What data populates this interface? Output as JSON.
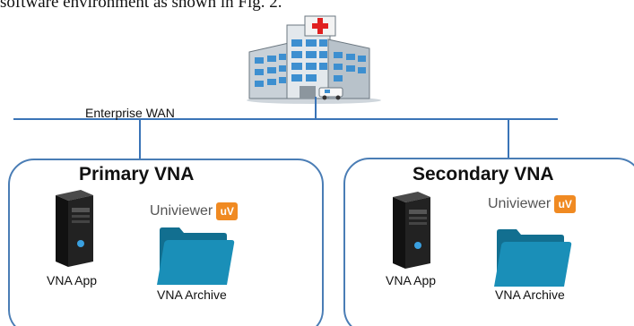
{
  "caption": "software environment as shown in Fig. 2.",
  "network": {
    "wan_label": "Enterprise WAN"
  },
  "primary": {
    "title": "Primary VNA",
    "brand": "Univiewer",
    "brand_badge": "uV",
    "app_label": "VNA App",
    "archive_label": "VNA Archive"
  },
  "secondary": {
    "title": "Secondary VNA",
    "brand": "Univiewer",
    "brand_badge": "uV",
    "app_label": "VNA App",
    "archive_label": "VNA Archive"
  },
  "colors": {
    "line": "#3a74b7",
    "box_border": "#4a7db5",
    "folder": "#1a8fb8",
    "brand_badge": "#f08a22",
    "hospital_cross": "#e02020"
  }
}
